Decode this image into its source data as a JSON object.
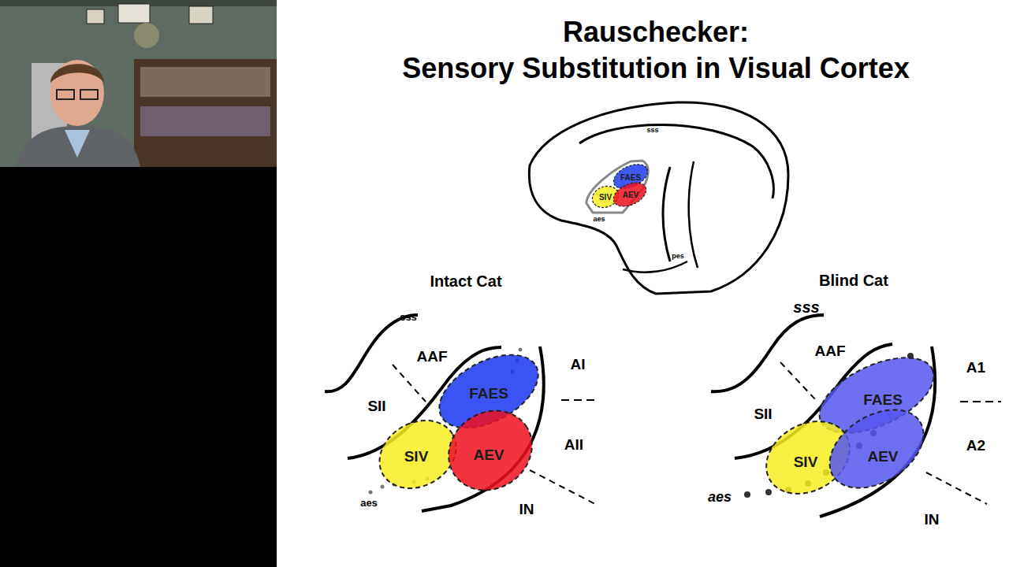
{
  "diagram": {
    "title": "Rauschecker: Sensory Substitution in Visual Cortex",
    "nodes": [
      {
        "text": [
          "FAES"
        ]
      },
      {
        "text": [
          "SIV"
        ]
      },
      {
        "text": [
          "AEV"
        ]
      },
      {
        "text": [
          "FAES"
        ]
      },
      {
        "text": [
          "SIV"
        ]
      },
      {
        "text": [
          "AEV"
        ]
      },
      {
        "text": [
          "FAES"
        ]
      },
      {
        "text": [
          "SIV"
        ]
      },
      {
        "text": [
          "AEV"
        ]
      }
    ],
    "labels": [
      "sss",
      "aes",
      "pes",
      "Intact Cat",
      "sss",
      "AAF",
      "SII",
      "AI",
      "AII",
      "IN",
      "aes",
      "Blind Cat",
      "sss",
      "AAF",
      "SII",
      "A1",
      "A2",
      "IN",
      "aes"
    ]
  }
}
